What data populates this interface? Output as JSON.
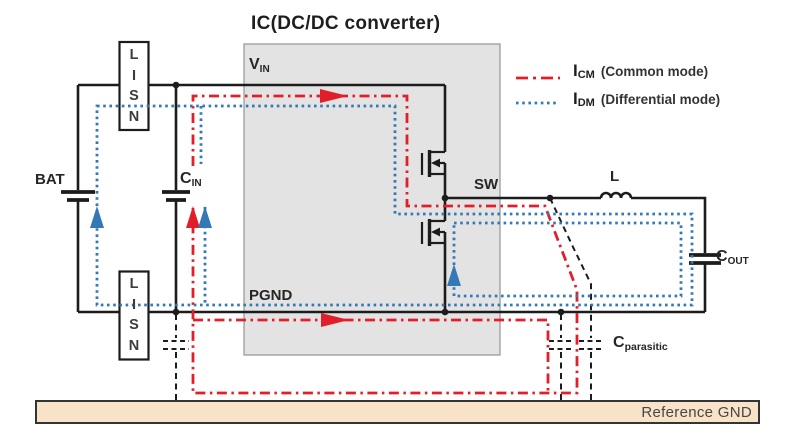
{
  "colors": {
    "cm_red": "#e11f2a",
    "dm_blue": "#3478b6",
    "wire_black": "#1c1c1c",
    "ic_box_fill": "#e3e3e3",
    "ic_box_border": "#9c9c9c",
    "gnd_bar_fill": "#f8e2c8",
    "gnd_bar_border": "#343434",
    "lisn_fill": "#ffffff"
  },
  "title": "IC(DC/DC converter)",
  "legend": {
    "cm": {
      "sym": "I",
      "sub": "CM",
      "desc": "(Common mode)"
    },
    "dm": {
      "sym": "I",
      "sub": "DM",
      "desc": "(Differential mode)"
    }
  },
  "components": {
    "bat": "BAT",
    "cin": {
      "main": "C",
      "sub": "IN"
    },
    "vin": {
      "main": "V",
      "sub": "IN"
    },
    "pgnd": "PGND",
    "sw": "SW",
    "inductor": "L",
    "cout": {
      "main": "C",
      "sub": "OUT"
    },
    "cparasitic": {
      "main": "C",
      "sub": "parasitic"
    },
    "reference_gnd": "Reference GND",
    "lisn_top": [
      "L",
      "I",
      "S",
      "N"
    ],
    "lisn_bottom": [
      "L",
      "I",
      "S",
      "N"
    ]
  }
}
